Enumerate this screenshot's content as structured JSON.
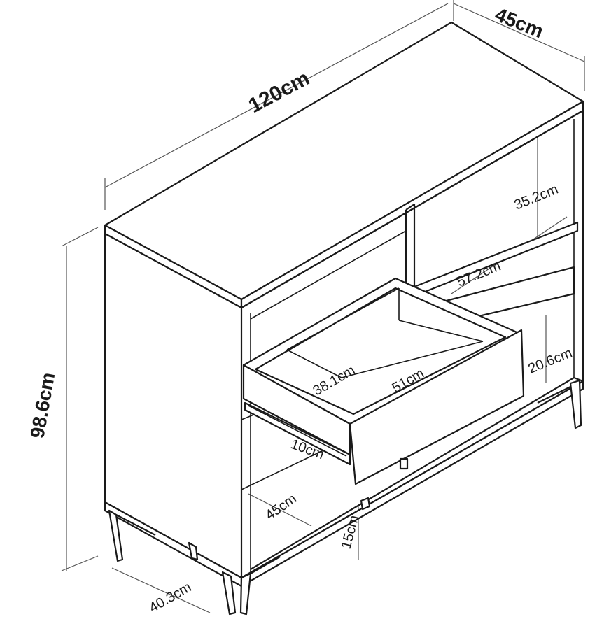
{
  "dimensions": {
    "depth_top": "45cm",
    "width": "120cm",
    "height": "98.6cm",
    "upper_shelf_height": "35.2cm",
    "shelf_depth": "57.2cm",
    "lower_shelf_height": "20.6cm",
    "drawer_depth": "38.1cm",
    "drawer_width": "51cm",
    "drawer_height": "10cm",
    "bottom_depth": "45cm",
    "leg_height": "15cm",
    "side_depth": "40.3cm"
  },
  "colors": {
    "line": "#1a1a1a",
    "dimension": "#555555",
    "background": "#ffffff"
  }
}
